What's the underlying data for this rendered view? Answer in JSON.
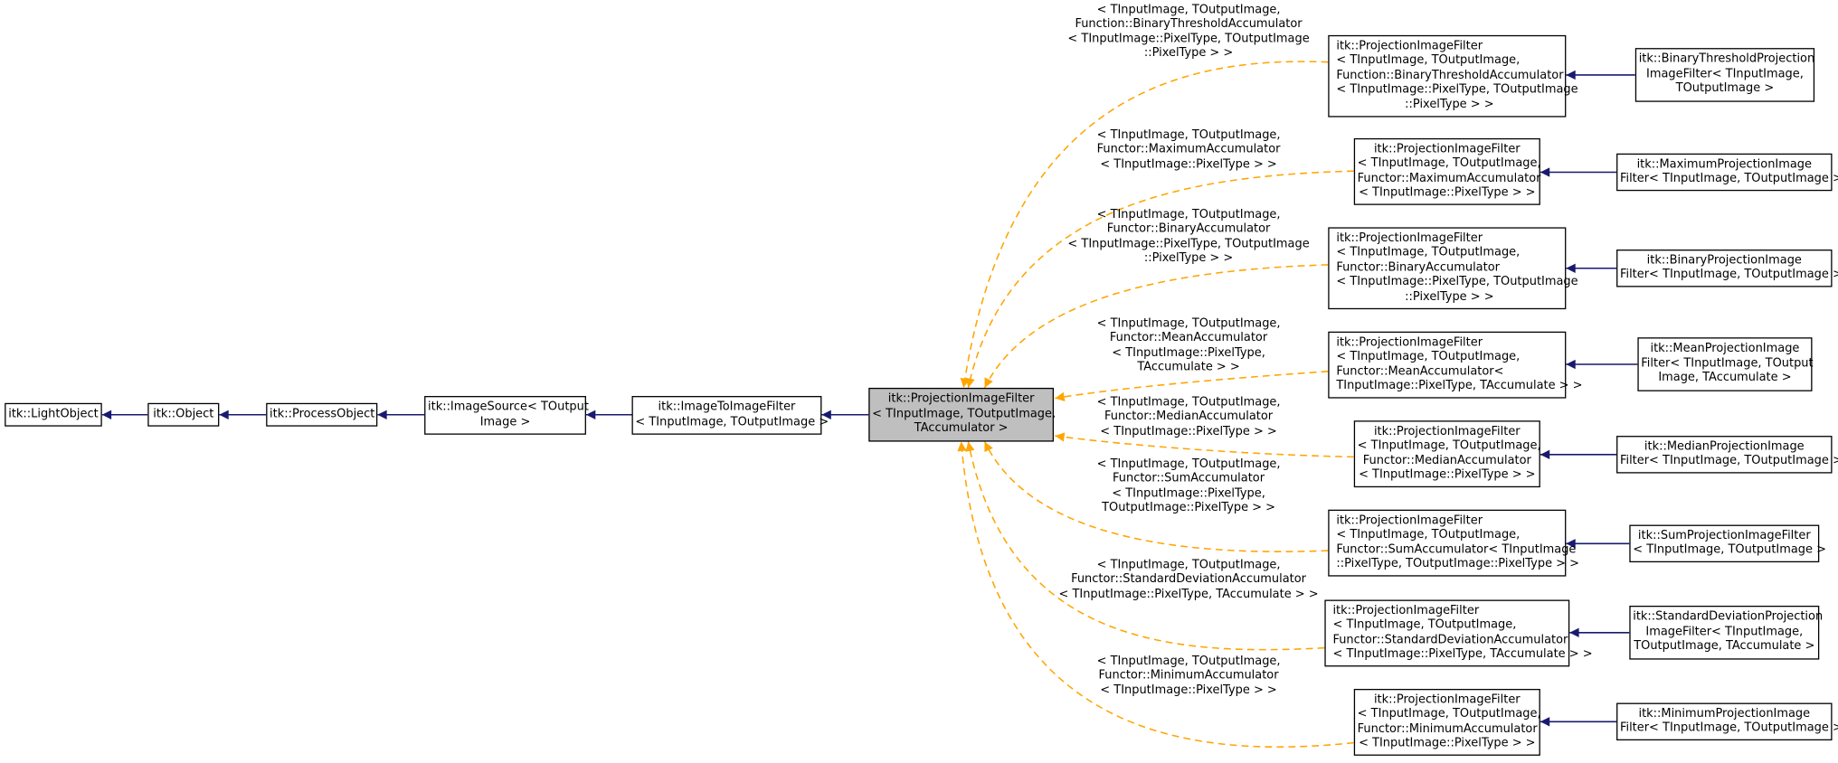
{
  "nodes": {
    "light_object": [
      "itk::LightObject"
    ],
    "object": [
      "itk::Object"
    ],
    "process_object": [
      "itk::ProcessObject"
    ],
    "image_source": [
      "itk::ImageSource< TOutput",
      "Image >"
    ],
    "image_to_image_filter": [
      "itk::ImageToImageFilter",
      "< TInputImage, TOutputImage >"
    ],
    "projection_image_filter": [
      "itk::ProjectionImageFilter",
      "< TInputImage, TOutputImage,",
      "TAccumulator >"
    ],
    "pif_binary_threshold": [
      "itk::ProjectionImageFilter",
      "< TInputImage, TOutputImage,",
      "Function::BinaryThresholdAccumulator",
      "< TInputImage::PixelType, TOutputImage",
      "::PixelType > >"
    ],
    "pif_maximum": [
      "itk::ProjectionImageFilter",
      "< TInputImage, TOutputImage,",
      "Functor::MaximumAccumulator",
      "< TInputImage::PixelType > >"
    ],
    "pif_binary": [
      "itk::ProjectionImageFilter",
      "< TInputImage, TOutputImage,",
      "Functor::BinaryAccumulator",
      "< TInputImage::PixelType, TOutputImage",
      "::PixelType > >"
    ],
    "pif_mean": [
      "itk::ProjectionImageFilter",
      "< TInputImage, TOutputImage,",
      "Functor::MeanAccumulator<",
      "TInputImage::PixelType, TAccumulate > >"
    ],
    "pif_median": [
      "itk::ProjectionImageFilter",
      "< TInputImage, TOutputImage,",
      "Functor::MedianAccumulator",
      "< TInputImage::PixelType > >"
    ],
    "pif_sum": [
      "itk::ProjectionImageFilter",
      "< TInputImage, TOutputImage,",
      "Functor::SumAccumulator< TInputImage",
      "::PixelType, TOutputImage::PixelType > >"
    ],
    "pif_stddev": [
      "itk::ProjectionImageFilter",
      "< TInputImage, TOutputImage,",
      "Functor::StandardDeviationAccumulator",
      "< TInputImage::PixelType, TAccumulate > >"
    ],
    "pif_minimum": [
      "itk::ProjectionImageFilter",
      "< TInputImage, TOutputImage,",
      "Functor::MinimumAccumulator",
      "< TInputImage::PixelType > >"
    ],
    "binary_threshold_projection": [
      "itk::BinaryThresholdProjection",
      "ImageFilter< TInputImage,",
      "TOutputImage >"
    ],
    "maximum_projection": [
      "itk::MaximumProjectionImage",
      "Filter< TInputImage, TOutputImage >"
    ],
    "binary_projection": [
      "itk::BinaryProjectionImage",
      "Filter< TInputImage, TOutputImage >"
    ],
    "mean_projection": [
      "itk::MeanProjectionImage",
      "Filter< TInputImage, TOutput",
      "Image, TAccumulate >"
    ],
    "median_projection": [
      "itk::MedianProjectionImage",
      "Filter< TInputImage, TOutputImage >"
    ],
    "sum_projection": [
      "itk::SumProjectionImageFilter",
      "< TInputImage, TOutputImage >"
    ],
    "stddev_projection": [
      "itk::StandardDeviationProjection",
      "ImageFilter< TInputImage,",
      "TOutputImage, TAccumulate >"
    ],
    "minimum_projection": [
      "itk::MinimumProjectionImage",
      "Filter< TInputImage, TOutputImage >"
    ]
  },
  "edge_labels": {
    "binary_threshold": [
      "< TInputImage, TOutputImage,",
      "Function::BinaryThresholdAccumulator",
      "< TInputImage::PixelType, TOutputImage",
      "::PixelType > >"
    ],
    "maximum": [
      "< TInputImage, TOutputImage,",
      "Functor::MaximumAccumulator",
      "< TInputImage::PixelType > >"
    ],
    "binary": [
      "< TInputImage, TOutputImage,",
      "Functor::BinaryAccumulator",
      "< TInputImage::PixelType, TOutputImage",
      "::PixelType > >"
    ],
    "mean": [
      "< TInputImage, TOutputImage,",
      "Functor::MeanAccumulator",
      "< TInputImage::PixelType,",
      "TAccumulate > >"
    ],
    "median": [
      "< TInputImage, TOutputImage,",
      "Functor::MedianAccumulator",
      "< TInputImage::PixelType > >"
    ],
    "sum": [
      "< TInputImage, TOutputImage,",
      "Functor::SumAccumulator",
      "< TInputImage::PixelType,",
      "TOutputImage::PixelType > >"
    ],
    "stddev": [
      "< TInputImage, TOutputImage,",
      "Functor::StandardDeviationAccumulator",
      "< TInputImage::PixelType, TAccumulate > >"
    ],
    "minimum": [
      "< TInputImage, TOutputImage,",
      "Functor::MinimumAccumulator",
      "< TInputImage::PixelType > >"
    ]
  },
  "colors": {
    "inheritance_edge": "#191970",
    "template_edge": "#ffa500",
    "focus_fill": "#bfbfbf",
    "node_fill": "#ffffff"
  }
}
